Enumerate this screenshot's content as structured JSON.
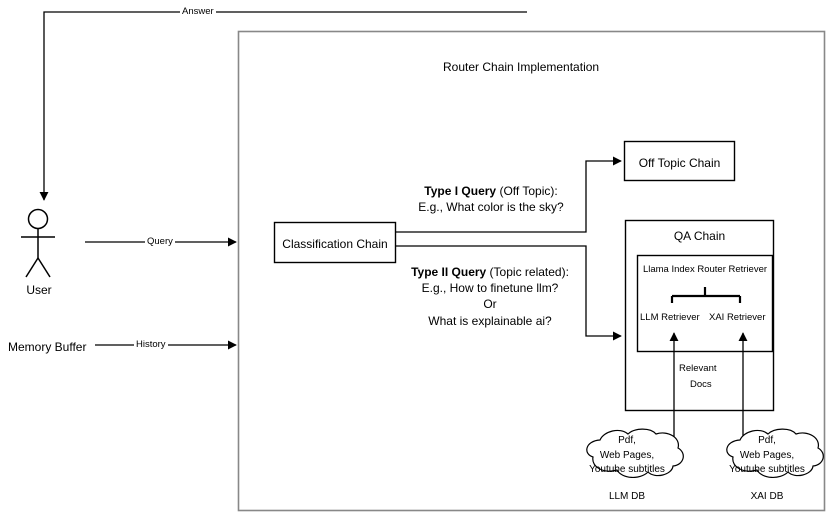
{
  "diagram": {
    "container": {
      "title": "Router Chain Implementation"
    },
    "actors": {
      "user": {
        "label": "User",
        "icon": "stick-figure-actor-icon"
      },
      "memory_buffer": {
        "label": "Memory Buffer"
      }
    },
    "edges": {
      "answer": "Answer",
      "query": "Query",
      "history": "History",
      "relevant_docs_line1": "Relevant",
      "relevant_docs_line2": "Docs"
    },
    "nodes": {
      "classification_chain": "Classification Chain",
      "off_topic_chain": "Off Topic Chain",
      "qa_chain": "QA Chain",
      "llama_index_router_retriever": "Llama Index Router Retriever",
      "llm_retriever": "LLM Retriever",
      "xai_retriever": "XAI Retriever"
    },
    "annotations": {
      "type1": {
        "bold": "Type I Query",
        "rest": " (Off Topic):",
        "example": "E.g., What color is the sky?"
      },
      "type2": {
        "bold": "Type II Query",
        "rest": " (Topic related):",
        "example_line1": "E.g., How to finetune llm?",
        "example_line2": "Or",
        "example_line3": "What is explainable ai?"
      }
    },
    "databases": [
      {
        "content_line1": "Pdf,",
        "content_line2": "Web Pages,",
        "content_line3": "Youtube subtitles",
        "caption": "LLM DB"
      },
      {
        "content_line1": "Pdf,",
        "content_line2": "Web Pages,",
        "content_line3": "Youtube subtitles",
        "caption": "XAI DB"
      }
    ],
    "colors": {
      "stroke": "#000000",
      "container_border": "#888888",
      "background": "#ffffff"
    }
  }
}
